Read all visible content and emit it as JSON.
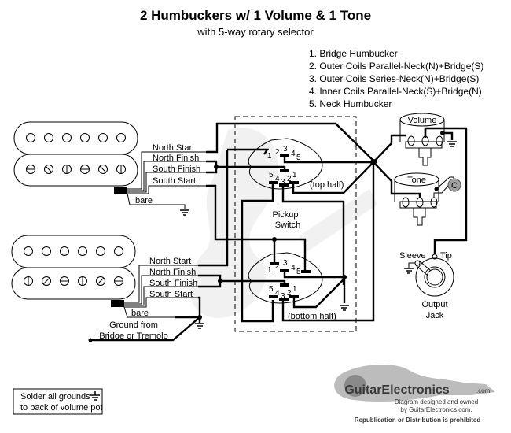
{
  "title": "2 Humbuckers w/ 1 Volume & 1 Tone",
  "subtitle": "with 5-way rotary selector",
  "positions": [
    "1. Bridge Humbucker",
    "2. Outer Coils Parallel-Neck(N)+Bridge(S)",
    "3. Outer Coils Series-Neck(N)+Bridge(S)",
    "4. Inner Coils Parallel-Neck(S)+Bridge(N)",
    "5. Neck Humbucker"
  ],
  "neck_pickup": {
    "wires": [
      "North Start",
      "North Finish",
      "South Finish",
      "South Start"
    ],
    "bare": "bare"
  },
  "bridge_pickup": {
    "wires": [
      "North Start",
      "North Finish",
      "South Finish",
      "South Start"
    ],
    "bare": "bare",
    "ground_note": [
      "Ground from",
      "Bridge or Tremolo"
    ]
  },
  "switch": {
    "label": [
      "Pickup",
      "Switch"
    ],
    "top_half": "(top half)",
    "bottom_half": "(bottom half)",
    "pins_upper": [
      "1",
      "2",
      "3",
      "4",
      "5"
    ],
    "pins_lower": [
      "5",
      "4",
      "3",
      "2",
      "1"
    ]
  },
  "volume_pot": {
    "label": "Volume"
  },
  "tone_pot": {
    "label": "Tone",
    "cap": "C"
  },
  "jack": {
    "sleeve": "Sleeve",
    "tip": "Tip",
    "label": [
      "Output",
      "Jack"
    ]
  },
  "note": [
    "Solder all grounds",
    "to back of volume pot"
  ],
  "logo": {
    "brand": "GuitarElectronics",
    "tld": ".com",
    "credit": [
      "Diagram designed and owned",
      "by GuitarElectronics.com."
    ],
    "notice": "Republication or Distribution is prohibited"
  },
  "colors": {
    "line": "#000000",
    "background": "#ffffff",
    "cap": "#a0a0a0",
    "watermark": "#e6e6e6"
  }
}
